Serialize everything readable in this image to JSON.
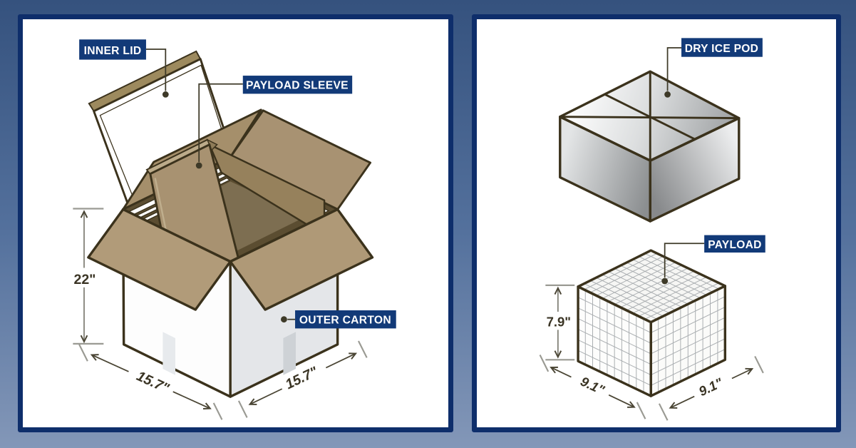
{
  "colors": {
    "background_top": "#35527e",
    "background_bottom": "#8397b8",
    "panel_border": "#0e2e6b",
    "label_background": "#123a78",
    "label_text": "#ffffff",
    "cardboard": "#b19b79",
    "outline": "#3b321c",
    "dimension_text": "#3a3424"
  },
  "left_panel": {
    "labels": {
      "inner_lid": "INNER LID",
      "payload_sleeve": "PAYLOAD SLEEVE",
      "outer_carton": "OUTER CARTON"
    },
    "dimensions": {
      "height": "22\"",
      "width_left": "15.7\"",
      "width_right": "15.7\""
    }
  },
  "right_panel": {
    "labels": {
      "dry_ice_pod": "DRY ICE POD",
      "payload": "PAYLOAD"
    },
    "dimensions": {
      "height": "7.9\"",
      "width_left": "9.1\"",
      "width_right": "9.1\""
    }
  }
}
